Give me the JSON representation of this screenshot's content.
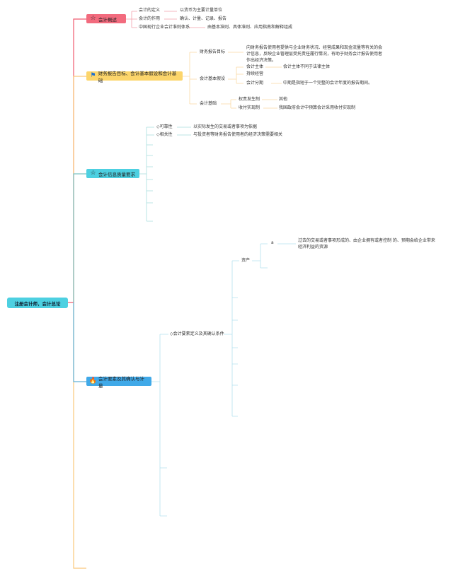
{
  "root": {
    "label": "注册会计师，会计总论",
    "color": "#4dd0e1"
  },
  "colors": {
    "branch_red": "#ef5a6f",
    "branch_orange": "#f9c87a",
    "branch_teal": "#7ac4c4",
    "branch_blue": "#9fd8ea",
    "topic_red": "#f26b7e",
    "topic_yellow": "#fcd56b",
    "topic_cyan": "#4dd0e1",
    "topic_blue": "#40a9e8"
  },
  "topic1": {
    "icon": "star-icon",
    "label": "会计概述",
    "children": [
      {
        "label": "会计的定义",
        "detail": "以货币为主要计量单位"
      },
      {
        "label": "会计的作用",
        "detail": "确认、计量、记录、报告"
      },
      {
        "label": "中国现行企业会计准则体系",
        "detail": "由基本准则、具体准则、应用指南和解释组成"
      }
    ]
  },
  "topic2": {
    "icon": "flag-icon",
    "label": "财务报告目标、会计基本假设和会计基础",
    "objective": {
      "label": "财务报告目标",
      "detail": "向财务报告使用者提供与企业财务状况、经营成果和现金流量等有关的会计信息，反映企业管理层受托责任履行情况，有助于财务会计报告使用者作出经济决策。"
    },
    "assumptions": {
      "label": "会计基本假设",
      "items": [
        {
          "label": "会计主体",
          "detail": "会计主体不同于法律主体"
        },
        {
          "label": "持续经营",
          "detail": ""
        },
        {
          "label": "会计分期",
          "detail": "中期是指短于一个完整的会计年度的报告期间。"
        }
      ]
    },
    "basis": {
      "label": "会计基础",
      "items": [
        {
          "label": "权责发生制",
          "detail": "其他"
        },
        {
          "label": "收付实现制",
          "detail": "我国政府会计中预算会计采用收付实现制"
        }
      ]
    }
  },
  "topic3": {
    "icon": "star-icon",
    "label": "会计信息质量要求",
    "items": [
      {
        "label": "◇可靠性",
        "detail": "以实际发生的交易或者事项为依据"
      },
      {
        "label": "◇相关性",
        "detail": "与投资者等财务报告使用者的经济决策需要相关"
      }
    ]
  },
  "topic4": {
    "icon": "fire-icon",
    "label": "会计要素及其确认与计量",
    "subtopic": "◇会计要素定义及其确认条件",
    "asset": {
      "label": "资产",
      "marker": "a",
      "definition": "过去的交易或者事项形成的、由企业拥有或者控制 的、预期会给企业带来经济利益的资源"
    }
  }
}
